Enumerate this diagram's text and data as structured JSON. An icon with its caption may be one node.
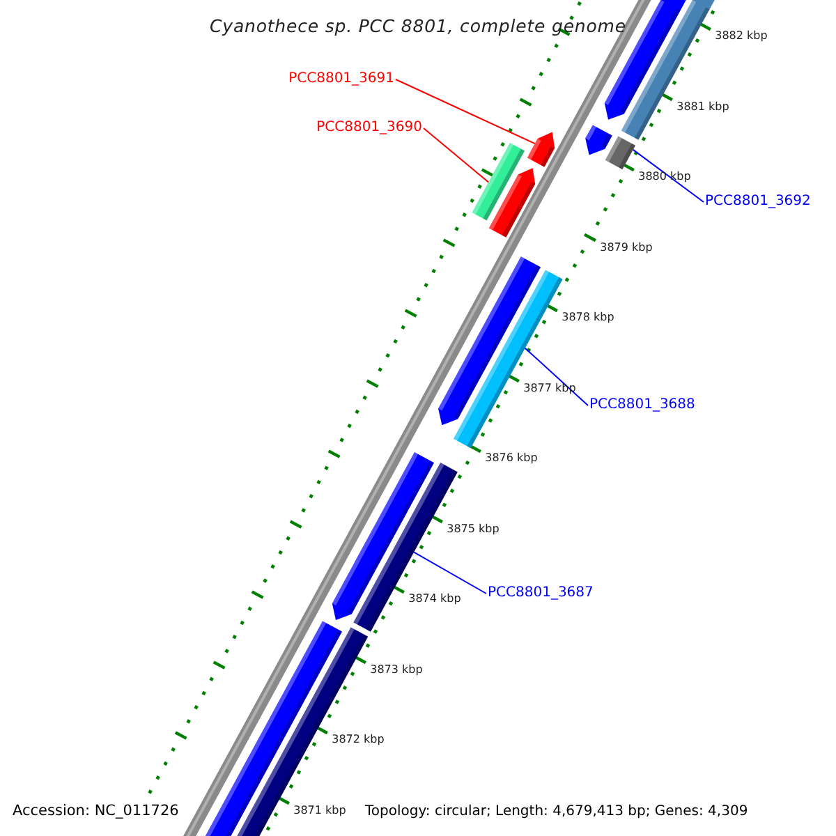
{
  "diagram": {
    "title": "Cyanothece sp. PCC 8801, complete genome",
    "nodes": [
      {
        "text": [
          "PCC8801_3691"
        ]
      },
      {
        "text": [
          "PCC8801_3690"
        ]
      },
      {
        "text": [
          "PCC8801_3692"
        ]
      },
      {
        "text": [
          "PCC8801_3688"
        ]
      },
      {
        "text": [
          "PCC8801_3687"
        ]
      },
      {
        "text": [],
        "shape": "bar"
      },
      {
        "text": [],
        "shape": "bar"
      },
      {
        "text": [],
        "shape": "bar"
      },
      {
        "text": [],
        "shape": "bar"
      },
      {
        "text": [],
        "shape": "bar"
      }
    ],
    "edges": [
      {
        "from": 0,
        "to": 5,
        "arrow": "none",
        "color": "#ff0000"
      },
      {
        "from": 1,
        "to": 6,
        "arrow": "none",
        "color": "#ff0000"
      },
      {
        "from": 2,
        "to": 7,
        "arrow": "none"
      },
      {
        "from": 3,
        "to": 8,
        "arrow": "none"
      },
      {
        "from": 4,
        "to": 9,
        "arrow": "none"
      }
    ],
    "labels": [
      "3882 kbp",
      "3881 kbp",
      "3880 kbp",
      "3879 kbp",
      "3878 kbp",
      "3877 kbp",
      "3876 kbp",
      "3875 kbp",
      "3874 kbp",
      "3873 kbp",
      "3872 kbp",
      "3871 kbp",
      "Accession: NC_011726",
      "Topology: circular; Length: 4,679,413 bp; Genes: 4,309"
    ]
  }
}
